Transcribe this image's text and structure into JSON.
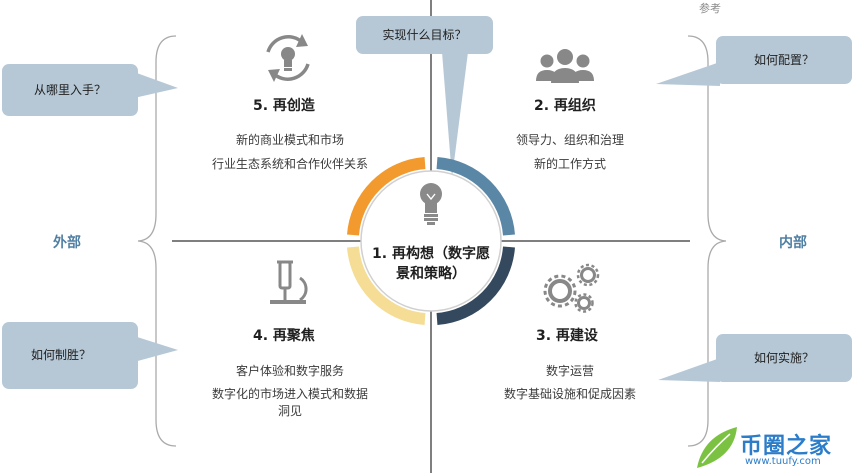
{
  "note": "参考",
  "center": {
    "line1": "1. 再构想（数字愿",
    "line2": "景和策略）"
  },
  "quadrants": {
    "q5": {
      "title": "5. 再创造",
      "lines": [
        "新的商业模式和市场",
        "行业生态系统和合作伙伴关系"
      ]
    },
    "q2": {
      "title": "2. 再组织",
      "lines": [
        "领导力、组织和治理",
        "新的工作方式"
      ]
    },
    "q4": {
      "title": "4. 再聚焦",
      "lines": [
        "客户体验和数字服务",
        "数字化的市场进入模式和数据",
        "洞见"
      ]
    },
    "q3": {
      "title": "3. 再建设",
      "lines": [
        "数字运营",
        "数字基础设施和促成因素"
      ]
    }
  },
  "sides": {
    "left": "外部",
    "right": "内部"
  },
  "bubbles": {
    "top": "实现什么目标？",
    "left_top": "从哪里入手？",
    "left_bottom": "如何制胜？",
    "right_top": "如何配置？",
    "right_bottom": "如何实施？"
  },
  "logo": {
    "name": "币圈之家",
    "url": "www.tuufy.com"
  },
  "colors": {
    "orange": "#f29a2e",
    "steel_blue": "#5b87a7",
    "dark_navy": "#34495e",
    "pale_yellow": "#f5dd95",
    "bubble": "#b6c8d6",
    "gray_icon": "#888888"
  },
  "icons": {
    "q5": "lightbulb-cycle-icon",
    "q2": "people-group-icon",
    "q4": "microscope-icon",
    "q3": "gears-icon",
    "center": "lightbulb-icon",
    "logo": "leaf-logo-icon"
  }
}
